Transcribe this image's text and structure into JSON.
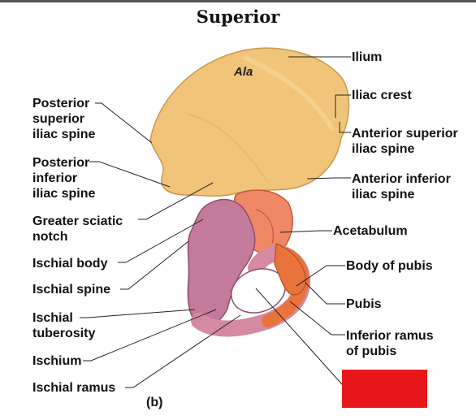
{
  "title": "Superior",
  "region_label": "Ala",
  "figure_label": "(b)",
  "colors": {
    "ilium": "#f0c57a",
    "ischium": "#c47a9a",
    "pubis": "#e8743c",
    "acetabulum": "#f08866",
    "hidden_box": "#e8171b",
    "leader_line": "#222222"
  },
  "labels_left": [
    {
      "lines": [
        "Posterior",
        "superior",
        "iliac spine"
      ]
    },
    {
      "lines": [
        "Posterior",
        "inferior",
        "iliac spine"
      ]
    },
    {
      "lines": [
        "Greater sciatic",
        "notch"
      ]
    },
    {
      "lines": [
        "Ischial body"
      ]
    },
    {
      "lines": [
        "Ischial spine"
      ]
    },
    {
      "lines": [
        "Ischial",
        "tuberosity"
      ]
    },
    {
      "lines": [
        "Ischium"
      ]
    },
    {
      "lines": [
        "Ischial ramus"
      ]
    }
  ],
  "labels_right": [
    {
      "lines": [
        "Ilium"
      ]
    },
    {
      "lines": [
        "Iliac crest"
      ]
    },
    {
      "lines": [
        "Anterior superior",
        "iliac spine"
      ]
    },
    {
      "lines": [
        "Anterior inferior",
        "iliac spine"
      ]
    },
    {
      "lines": [
        "Acetabulum"
      ]
    },
    {
      "lines": [
        "Body of pubis"
      ]
    },
    {
      "lines": [
        "Pubis"
      ]
    },
    {
      "lines": [
        "Inferior ramus",
        "of pubis"
      ]
    }
  ]
}
